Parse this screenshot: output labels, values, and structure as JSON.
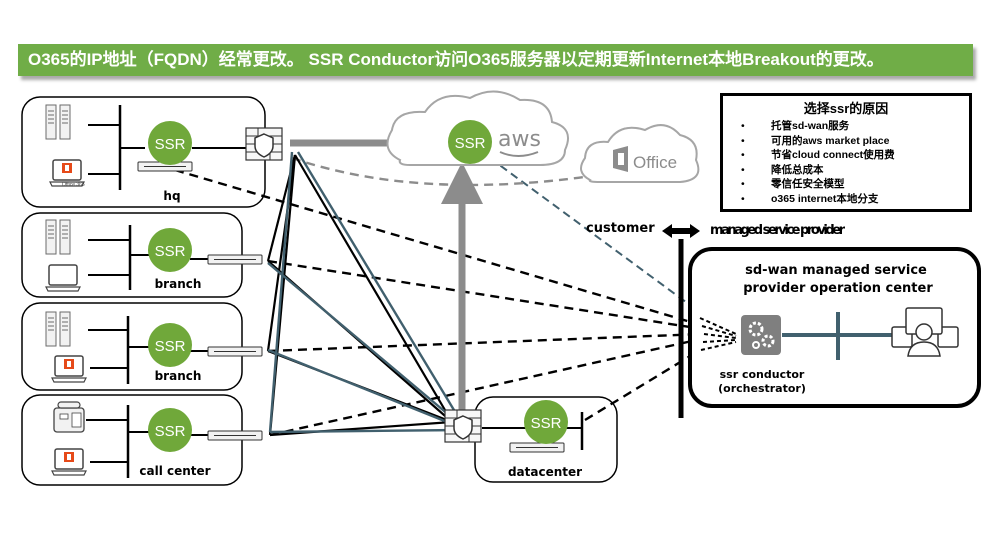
{
  "banner": {
    "text": "O365的IP地址（FQDN）经常更改。 SSR Conductor访问O365服务器以定期更新Internet本地Breakout的更改。"
  },
  "legend": {
    "title": "选择ssr的原因",
    "items": [
      "托管sd-wan服务",
      "可用的aws market place",
      "节省cloud connect使用费",
      "降低总成本",
      "零信任安全模型",
      "o365 internet本地分支"
    ]
  },
  "sites": {
    "hq": "hq",
    "branch1": "branch",
    "branch2": "branch",
    "call_center": "call center",
    "datacenter": "datacenter"
  },
  "ssr_badge": "SSR",
  "aws_label": "aws",
  "office_label": "Office",
  "office_small": "Office 365",
  "customer_label": "customer",
  "managed_label": "managed service provider",
  "noc": {
    "title_line1": "sd-wan managed service",
    "title_line2": "provider operation center",
    "conductor_line1": "ssr conductor",
    "conductor_line2": "(orchestrator)"
  },
  "colors": {
    "banner": "#70ad47",
    "ssr_green": "#70a83a",
    "teal_line": "#41606e",
    "gray": "#8c8c8c"
  }
}
